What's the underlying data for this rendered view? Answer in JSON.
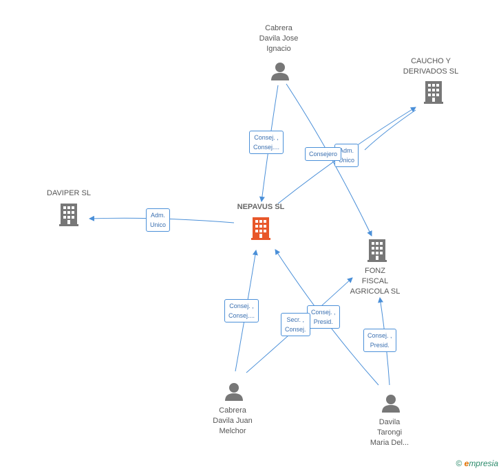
{
  "nodes": {
    "cabrera_jose": {
      "lines": [
        "Cabrera",
        "Davila Jose",
        "Ignacio"
      ],
      "kind": "person"
    },
    "caucho": {
      "lines": [
        "CAUCHO Y",
        "DERIVADOS SL"
      ],
      "kind": "company"
    },
    "daviper": {
      "lines": [
        "DAVIPER SL"
      ],
      "kind": "company"
    },
    "nepavus": {
      "lines": [
        "NEPAVUS SL"
      ],
      "kind": "company-main"
    },
    "fonz": {
      "lines": [
        "FONZ",
        "FISCAL",
        "AGRICOLA SL"
      ],
      "kind": "company"
    },
    "cabrera_juan": {
      "lines": [
        "Cabrera",
        "Davila Juan",
        "Melchor"
      ],
      "kind": "person"
    },
    "davila_maria": {
      "lines": [
        "Davila",
        "Tarongi",
        "Maria Del..."
      ],
      "kind": "person"
    }
  },
  "edge_labels": {
    "jose_nepavus": [
      "Consej. ,",
      "Consej...."
    ],
    "nepavus_daviper": [
      "Adm.",
      "Unico"
    ],
    "adm_unico_caucho": [
      "Adm.",
      "Unico"
    ],
    "consejero_fonz": [
      "Consejero"
    ],
    "juan_nepavus": [
      "Consej. ,",
      "Consej...."
    ],
    "maria_nepavus": [
      "Consej. ,",
      "Presid."
    ],
    "juan_fonz": [
      "Secr. ,",
      "Consej."
    ],
    "maria_fonz": [
      "Consej. ,",
      "Presid."
    ]
  },
  "colors": {
    "edge": "#4a8fd8",
    "icon_gray": "#777777",
    "icon_main": "#e8572a"
  },
  "footer": {
    "symbol": "©",
    "brand_e": "e",
    "brand_rest": "mpresia"
  }
}
